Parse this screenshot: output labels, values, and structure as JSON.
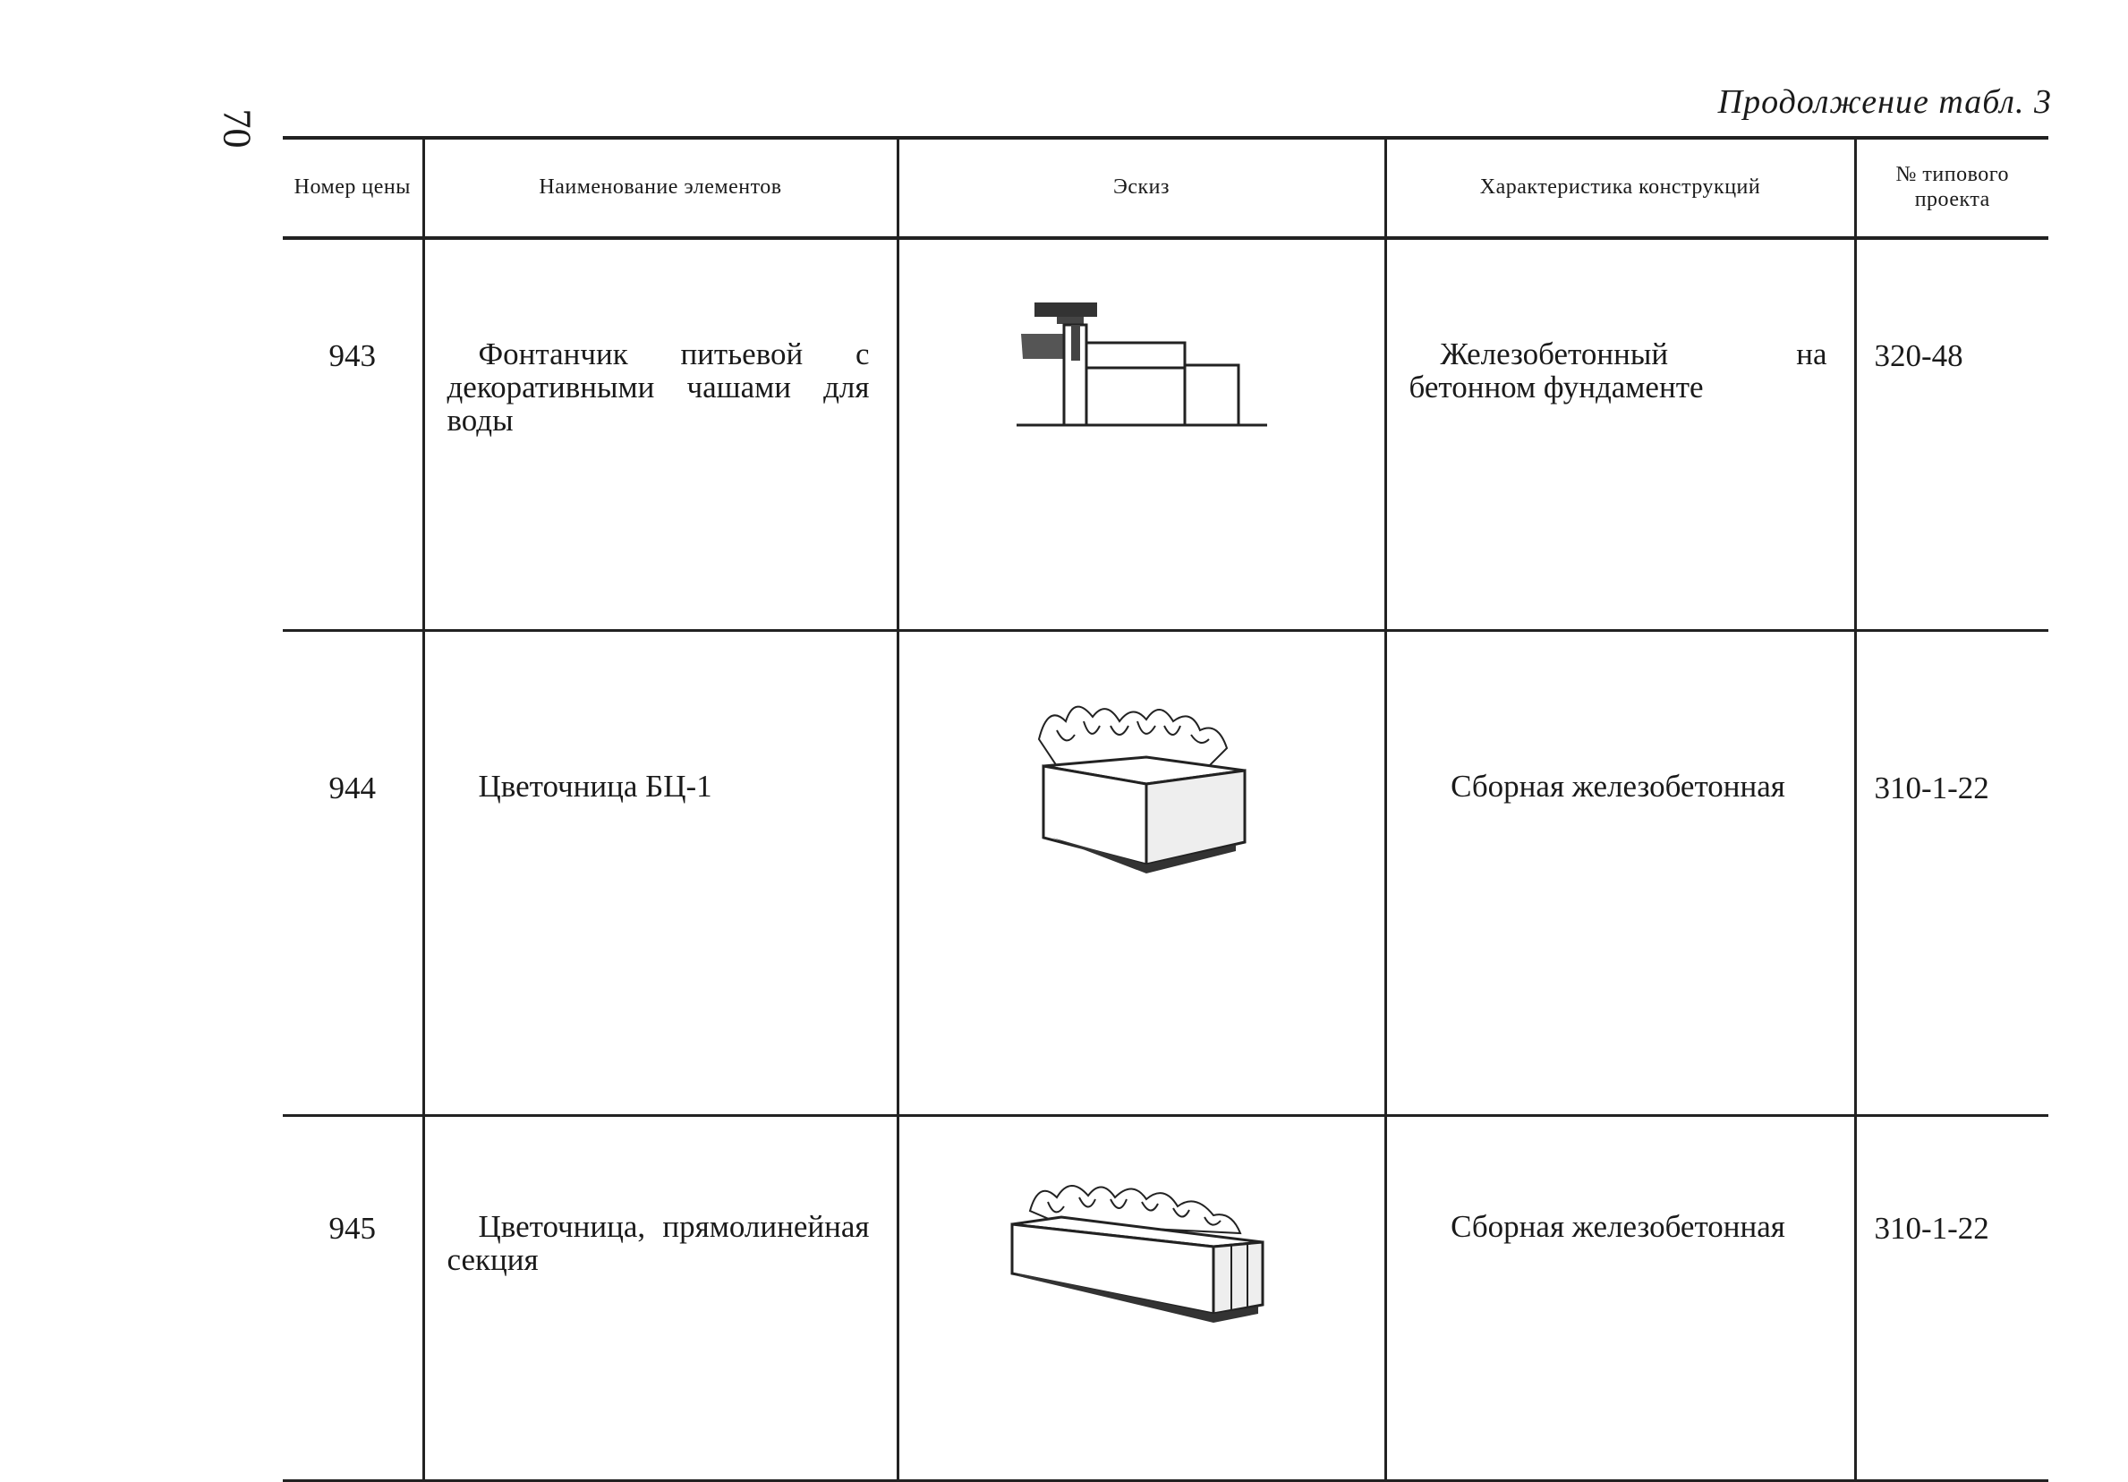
{
  "page_number": "70",
  "continuation_label": "Продолжение табл. 3",
  "table": {
    "headers": {
      "number": "Номер цены",
      "name": "Наименование элементов",
      "sketch": "Эскиз",
      "characteristic": "Характеристика конструкций",
      "project": "№ типового проекта"
    },
    "rows": [
      {
        "number": "943",
        "name": "Фонтанчик питьевой с декоративными чашами для воды",
        "sketch_icon": "drinking-fountain-icon",
        "characteristic": "Железобетонный на бетонном фундаменте",
        "project": "320-48"
      },
      {
        "number": "944",
        "name": "Цветочница БЦ-1",
        "sketch_icon": "flower-box-icon",
        "characteristic": "Сборная железобетонная",
        "project": "310-1-22"
      },
      {
        "number": "945",
        "name": "Цветочница, прямолинейная секция",
        "sketch_icon": "flower-box-section-icon",
        "characteristic": "Сборная железобетонная",
        "project": "310-1-22"
      }
    ]
  },
  "colors": {
    "ink": "#1a1a1a",
    "paper": "#ffffff"
  }
}
